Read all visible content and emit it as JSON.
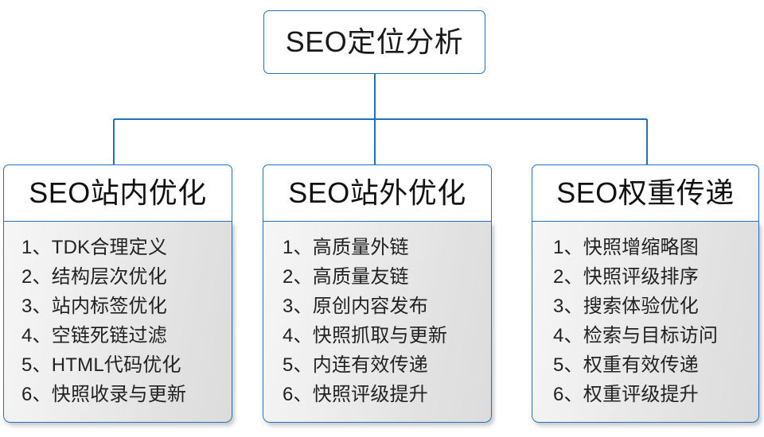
{
  "diagram": {
    "type": "org-tree",
    "accent_color": "#1f73bd",
    "node_fill": "#ffffff",
    "panel_fill": "#e8e8e8",
    "root": {
      "label": "SEO定位分析"
    },
    "branches": [
      {
        "header": "SEO站内优化",
        "items": [
          "1、TDK合理定义",
          "2、结构层次优化",
          "3、站内标签优化",
          "4、空链死链过滤",
          "5、HTML代码优化",
          "6、快照收录与更新"
        ]
      },
      {
        "header": "SEO站外优化",
        "items": [
          "1、高质量外链",
          "2、高质量友链",
          "3、原创内容发布",
          "4、快照抓取与更新",
          "5、内连有效传递",
          "6、快照评级提升"
        ]
      },
      {
        "header": "SEO权重传递",
        "items": [
          "1、快照增缩略图",
          "2、快照评级排序",
          "3、搜索体验优化",
          "4、检索与目标访问",
          "5、权重有效传递",
          "6、权重评级提升"
        ]
      }
    ]
  }
}
